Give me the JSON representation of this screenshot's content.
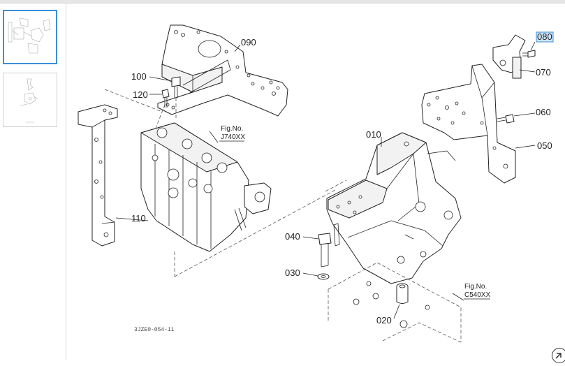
{
  "sidebar": {
    "thumbnails": [
      {
        "label": "",
        "selected": true
      },
      {
        "label": "",
        "selected": false
      }
    ]
  },
  "diagram": {
    "callouts": {
      "c080": "080",
      "c070": "070",
      "c060": "060",
      "c050": "050",
      "c090": "090",
      "c100": "100",
      "c120": "120",
      "c110": "110",
      "c010": "010",
      "c040": "040",
      "c030": "030",
      "c020": "020"
    },
    "figrefs": {
      "valve": {
        "line1": "Fig.No.",
        "line2": "J740XX"
      },
      "base": {
        "line1": "Fig.No.",
        "line2": "C540XX"
      }
    },
    "drawing_code": "3JZE0-054-11",
    "highlighted_callout": "080"
  },
  "colors": {
    "selection": "#3a8fd9",
    "highlight_fill": "#cde6fb",
    "line": "#222222"
  },
  "icons": {
    "expand": "expand-arrow-icon"
  }
}
